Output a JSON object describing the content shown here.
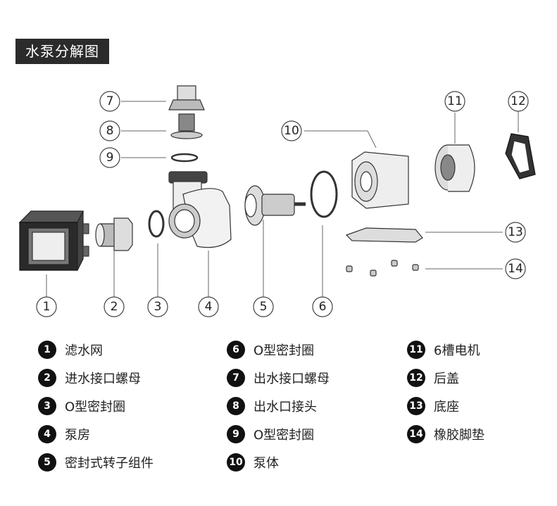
{
  "title": "水泵分解图",
  "callouts": [
    "1",
    "2",
    "3",
    "4",
    "5",
    "6",
    "7",
    "8",
    "9",
    "10",
    "11",
    "12",
    "13",
    "14"
  ],
  "legend": [
    {
      "num": "1",
      "label": "滤水网"
    },
    {
      "num": "2",
      "label": "进水接口螺母"
    },
    {
      "num": "3",
      "label": "O型密封圈"
    },
    {
      "num": "4",
      "label": "泵房"
    },
    {
      "num": "5",
      "label": "密封式转子组件"
    },
    {
      "num": "6",
      "label": "O型密封圈"
    },
    {
      "num": "7",
      "label": "出水接口螺母"
    },
    {
      "num": "8",
      "label": "出水口接头"
    },
    {
      "num": "9",
      "label": "O型密封圈"
    },
    {
      "num": "10",
      "label": "泵体"
    },
    {
      "num": "11",
      "label": "6槽电机"
    },
    {
      "num": "12",
      "label": "后盖"
    },
    {
      "num": "13",
      "label": "底座"
    },
    {
      "num": "14",
      "label": "橡胶脚垫"
    }
  ]
}
